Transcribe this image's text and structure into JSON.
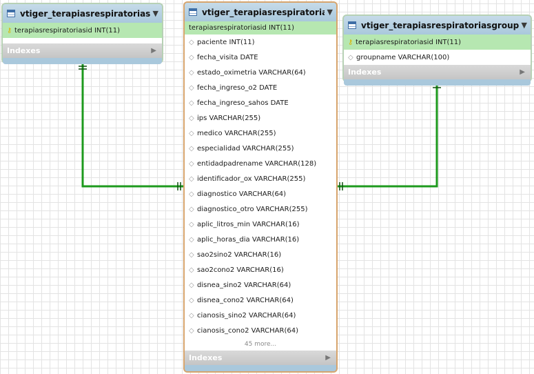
{
  "tables": {
    "cf": {
      "name": "vtiger_terapiasrespiratoriascf",
      "columns": [
        {
          "label": "terapiasrespiratoriasid INT(11)",
          "key": "primary"
        }
      ],
      "indexes_label": "Indexes"
    },
    "main": {
      "name": "vtiger_terapiasrespiratorias",
      "columns": [
        {
          "label": "terapiasrespiratoriasid INT(11)",
          "key": "primary"
        },
        {
          "label": "paciente INT(11)",
          "key": "none"
        },
        {
          "label": "fecha_visita DATE",
          "key": "none"
        },
        {
          "label": "estado_oximetria VARCHAR(64)",
          "key": "none"
        },
        {
          "label": "fecha_ingreso_o2 DATE",
          "key": "none"
        },
        {
          "label": "fecha_ingreso_sahos DATE",
          "key": "none"
        },
        {
          "label": "ips VARCHAR(255)",
          "key": "none"
        },
        {
          "label": "medico VARCHAR(255)",
          "key": "none"
        },
        {
          "label": "especialidad VARCHAR(255)",
          "key": "none"
        },
        {
          "label": "entidadpadrename VARCHAR(128)",
          "key": "none"
        },
        {
          "label": "identificador_ox VARCHAR(255)",
          "key": "none"
        },
        {
          "label": "diagnostico VARCHAR(64)",
          "key": "none"
        },
        {
          "label": "diagnostico_otro VARCHAR(255)",
          "key": "none"
        },
        {
          "label": "aplic_litros_min VARCHAR(16)",
          "key": "none"
        },
        {
          "label": "aplic_horas_dia VARCHAR(16)",
          "key": "none"
        },
        {
          "label": "sao2sino2 VARCHAR(16)",
          "key": "none"
        },
        {
          "label": "sao2cono2 VARCHAR(16)",
          "key": "none"
        },
        {
          "label": "disnea_sino2 VARCHAR(64)",
          "key": "none"
        },
        {
          "label": "disnea_cono2 VARCHAR(64)",
          "key": "none"
        },
        {
          "label": "cianosis_sino2 VARCHAR(64)",
          "key": "none"
        },
        {
          "label": "cianosis_cono2 VARCHAR(64)",
          "key": "none"
        }
      ],
      "more_label": "45 more...",
      "indexes_label": "Indexes"
    },
    "grouprel": {
      "name": "vtiger_terapiasrespiratoriasgrouprel",
      "columns": [
        {
          "label": "terapiasrespiratoriasid INT(11)",
          "key": "primary"
        },
        {
          "label": "groupname VARCHAR(100)",
          "key": "none"
        }
      ],
      "indexes_label": "Indexes"
    }
  },
  "icons": {
    "table": "table-icon",
    "collapse": "chevron-down-icon",
    "primary_key": "key-icon",
    "column": "diamond-icon",
    "expand": "triangle-right-icon"
  },
  "colors": {
    "relationship_line": "#1d9a1d",
    "primary_key_row": "#b6e7b1",
    "table_header": "#a9c8dc",
    "selected_border": "#d7a46c"
  }
}
